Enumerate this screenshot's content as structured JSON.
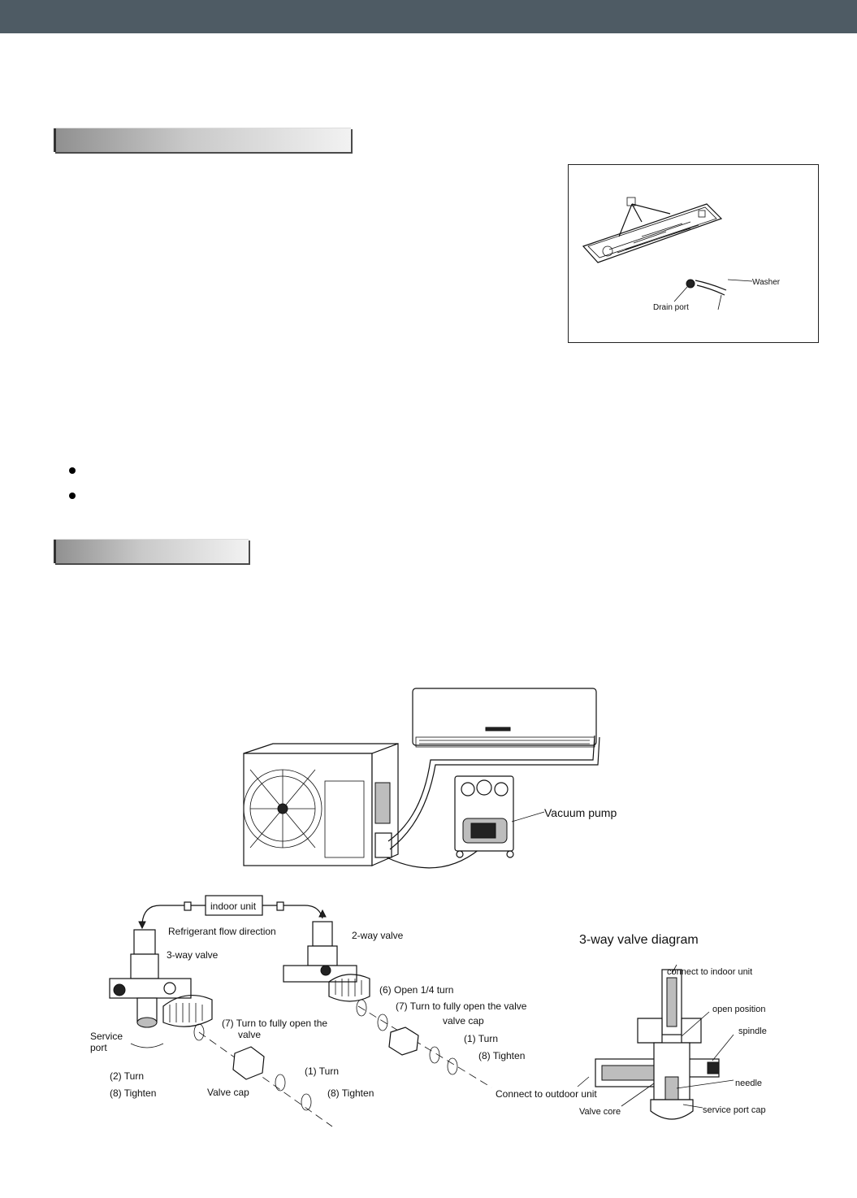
{
  "drain_figure": {
    "washer_label": "Washer",
    "drain_port_label": "Drain port"
  },
  "install_figure": {
    "vacuum_pump_label": "Vacuum pump"
  },
  "valve_figure": {
    "indoor_unit": "indoor unit",
    "flow_direction": "Refrigerant flow direction",
    "three_way_valve": "3-way valve",
    "two_way_valve": "2-way valve",
    "service_port_line1": "Service",
    "service_port_line2": "port",
    "step_2_turn": "(2) Turn",
    "step_8_tighten_left": "(8) Tighten",
    "step_7_left_line1": "(7) Turn to fully open the",
    "step_7_left_line2": "valve",
    "valve_cap_left": "Valve cap",
    "step_1_turn_left": "(1) Turn",
    "step_8_tighten_mid": "(8) Tighten",
    "step_6_open": "(6) Open 1/4 turn",
    "step_7_right": "(7) Turn to fully open the valve",
    "valve_cap_right": "valve cap",
    "step_1_turn_right": "(1) Turn",
    "step_8_tighten_right": "(8) Tighten",
    "connect_outdoor": "Connect to outdoor unit"
  },
  "three_way_diagram": {
    "title": "3-way valve diagram",
    "connect_indoor": "connect to indoor unit",
    "open_position": "open position",
    "spindle": "spindle",
    "needle": "needle",
    "service_port_cap": "service port cap",
    "valve_core": "Valve core"
  }
}
